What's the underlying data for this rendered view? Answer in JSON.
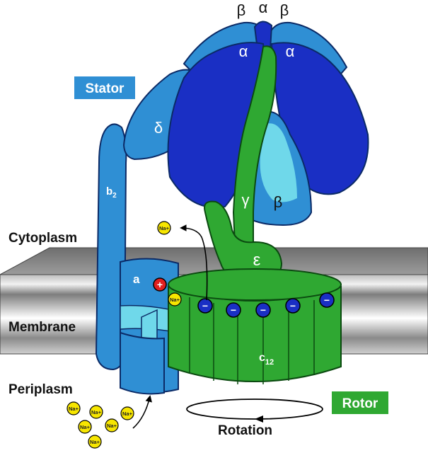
{
  "labels": {
    "stator": "Stator",
    "rotor": "Rotor",
    "cytoplasm": "Cytoplasm",
    "membrane": "Membrane",
    "periplasm": "Periplasm",
    "rotation": "Rotation"
  },
  "subunits": {
    "beta_top_left": "β",
    "alpha_top": "α",
    "beta_top_right": "β",
    "alpha_left": "α",
    "alpha_right": "α",
    "delta": "δ",
    "b": "b",
    "b_sub": "2",
    "gamma": "γ",
    "beta_front": "β",
    "epsilon": "ε",
    "a": "a",
    "c": "c",
    "c_sub": "12"
  },
  "ions": {
    "sodium": "Na+",
    "plus_sign": "+",
    "minus_sign": "−"
  },
  "colors": {
    "dark_blue": "#1a2fc4",
    "medium_blue": "#2f8fd4",
    "light_cyan": "#6fd8ea",
    "green": "#2fa832",
    "dark_green": "#1d7a22",
    "membrane_gray": "#9a9a9a",
    "sodium_yellow": "#f7e600",
    "positive_red": "#e02020"
  }
}
